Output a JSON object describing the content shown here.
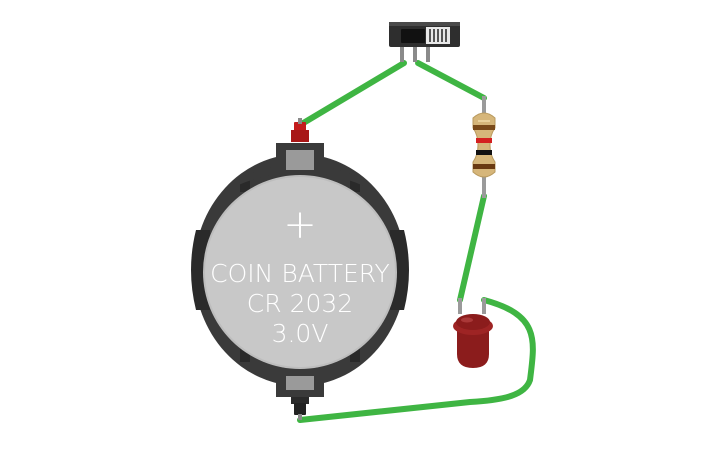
{
  "battery": {
    "plus_symbol": "+",
    "line1": "COIN BATTERY",
    "line2": "CR 2032",
    "line3": "3.0V"
  },
  "components": [
    "coin-battery",
    "slide-switch",
    "resistor",
    "led"
  ],
  "colors": {
    "wire": "#3fb543",
    "battery_body": "#c8c8c8",
    "battery_holder": "#3a3a3a",
    "battery_text": "#ffffff",
    "positive_terminal": "#c31c1c",
    "led": "#8b1c1c",
    "resistor_body": "#d6b67a"
  }
}
